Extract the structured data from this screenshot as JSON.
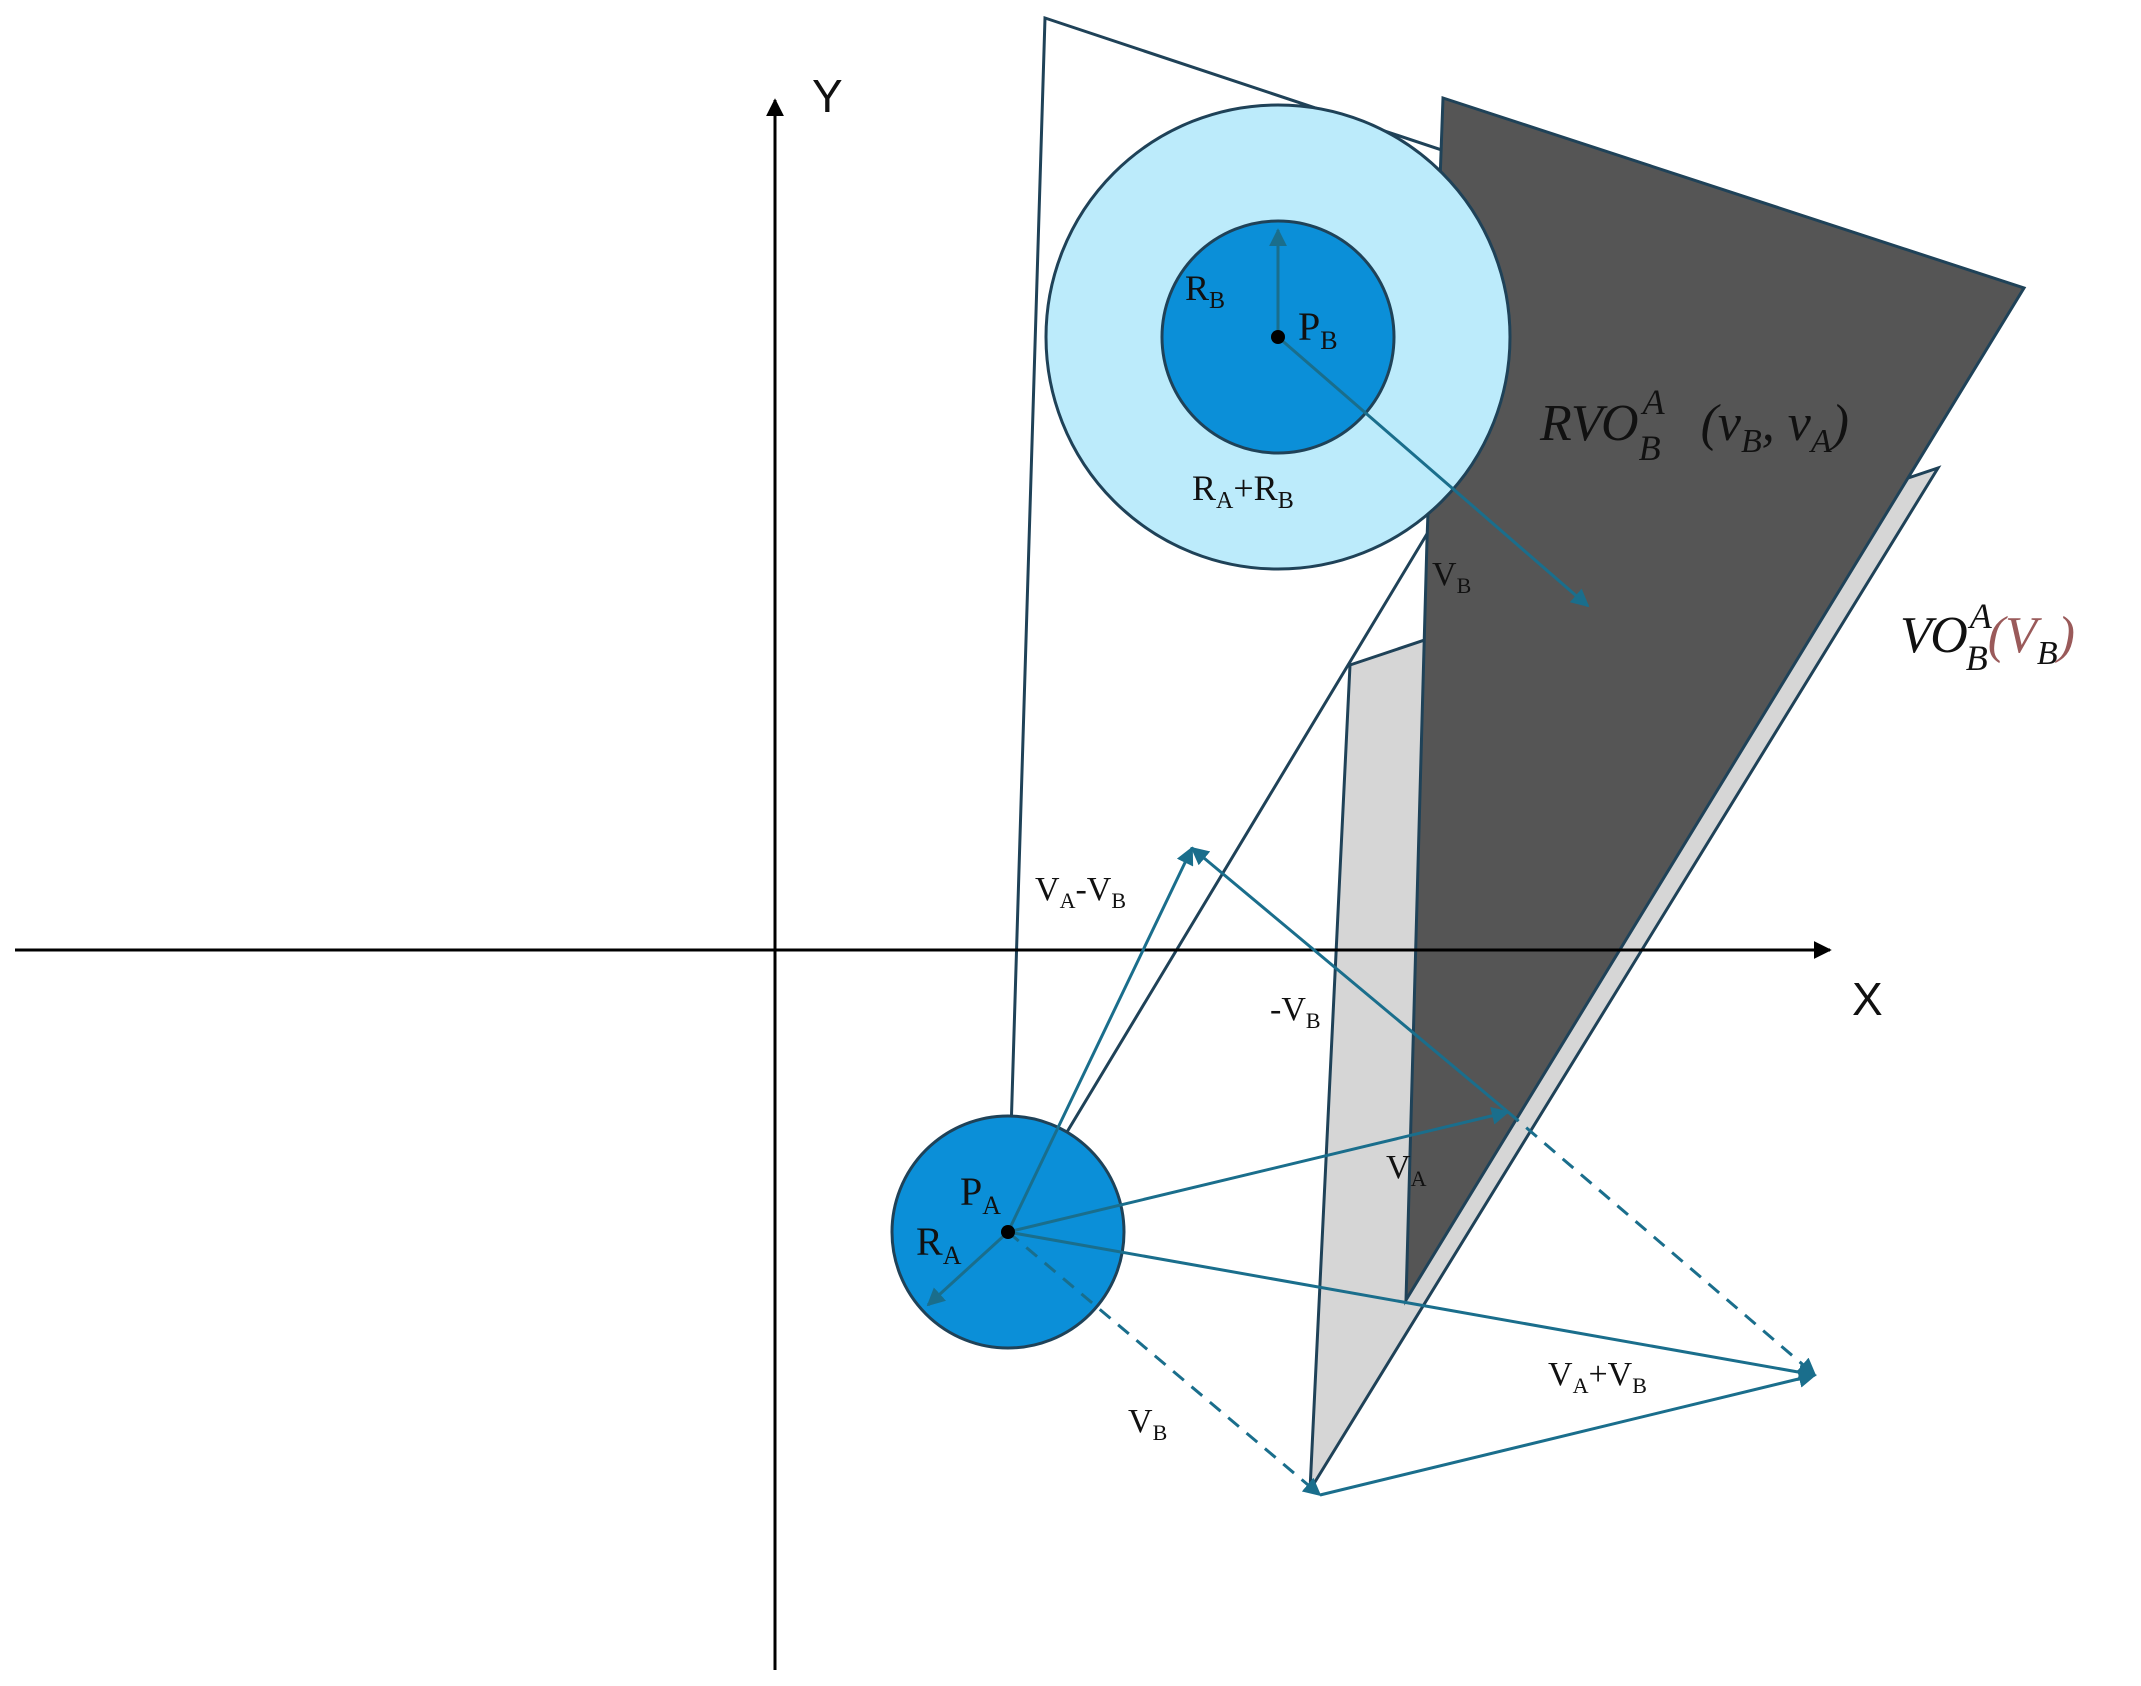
{
  "axes": {
    "x_label": "X",
    "y_label": "Y"
  },
  "agent_a": {
    "position_label": "P",
    "position_sub": "A",
    "radius_label": "R",
    "radius_sub": "A"
  },
  "agent_b": {
    "position_label": "P",
    "position_sub": "B",
    "radius_label": "R",
    "radius_sub": "B",
    "combined_radius_label": "R",
    "combined_radius_sub1": "A",
    "combined_radius_plus": "+R",
    "combined_radius_sub2": "B"
  },
  "vectors": {
    "vb_top": {
      "main": "V",
      "sub": "B"
    },
    "va_minus_vb": {
      "p1": "V",
      "s1": "A",
      "mid": "-V",
      "s2": "B"
    },
    "neg_vb": {
      "main": "-V",
      "sub": "B"
    },
    "va": {
      "main": "V",
      "sub": "A"
    },
    "va_plus_vb": {
      "p1": "V",
      "s1": "A",
      "mid": "+V",
      "s2": "B"
    },
    "vb_bottom": {
      "main": "V",
      "sub": "B"
    }
  },
  "regions": {
    "rvo": {
      "main": "RVO",
      "sup": "A",
      "sub": "B",
      "args": "(v",
      "arg1_sub": "B",
      "comma": ", v",
      "arg2_sub": "A",
      "close": ")"
    },
    "vo": {
      "main": "VO",
      "sup": "A",
      "sub": "B",
      "open": "(V",
      "arg_sub": "B",
      "close": ")"
    }
  },
  "colors": {
    "arrow": "#1a6e8c",
    "outline": "#1f4258",
    "inner_disc": "#0b8fd8",
    "outer_disc": "#bcebfb",
    "rvo_fill": "#555555",
    "vo_fill": "#d6d6d6",
    "vo_arg_color": "#9a5a5a"
  }
}
